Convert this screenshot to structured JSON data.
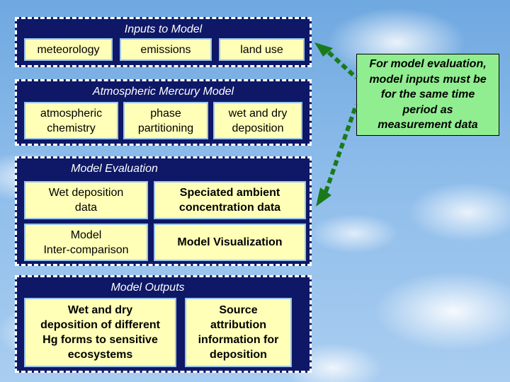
{
  "inputs": {
    "title": "Inputs to Model",
    "items": [
      "meteorology",
      "emissions",
      "land use"
    ]
  },
  "model": {
    "title": "Atmospheric Mercury Model",
    "items": [
      "atmospheric\nchemistry",
      "phase\npartitioning",
      "wet and dry\ndeposition"
    ]
  },
  "evaluation": {
    "title": "Model Evaluation",
    "items": [
      "Wet deposition\ndata",
      "Speciated ambient\nconcentration data",
      "Model\nInter-comparison",
      "Model Visualization"
    ]
  },
  "outputs": {
    "title": "Model Outputs",
    "items": [
      "Wet and dry\ndeposition of different\nHg forms to sensitive\necosystems",
      "Source\nattribution\ninformation for\ndeposition"
    ]
  },
  "note": {
    "text": "For model evaluation,\nmodel inputs must be\nfor the same time\nperiod as\nmeasurement data"
  },
  "colors": {
    "panel": "#0e1866",
    "box_fill": "#ffffb8",
    "note_fill": "#90ee90",
    "arrow": "#1a7a1a"
  }
}
